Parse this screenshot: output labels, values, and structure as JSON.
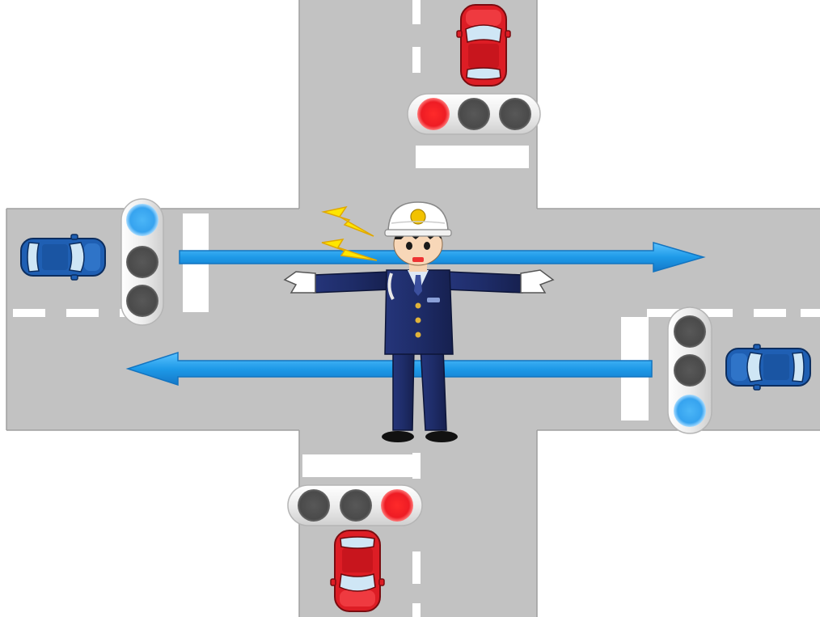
{
  "colors": {
    "background": "#ffffff",
    "road": "#c2c2c2",
    "road_edge": "#a8a8a8",
    "marking": "#ffffff",
    "light_off": "#505050",
    "light_red": "#ee1c24",
    "light_blue": "#43aef2",
    "arrow_blue": "#1e9ae8",
    "car_red": "#dd1d25",
    "car_blue": "#1f5fb3",
    "uniform": "#1e2c68",
    "helmet": "#ffffff",
    "bolt": "#ffe600"
  },
  "scene": {
    "type": "intersection-traffic-control",
    "officer": {
      "pose": "arms-outstretched",
      "whistle": true,
      "icon": "traffic-officer"
    },
    "traffic_lights": [
      {
        "id": "north",
        "orientation": "horizontal",
        "lamps": [
          "red",
          "off",
          "off"
        ]
      },
      {
        "id": "south",
        "orientation": "horizontal",
        "lamps": [
          "off",
          "off",
          "red"
        ]
      },
      {
        "id": "west",
        "orientation": "vertical",
        "lamps": [
          "blue",
          "off",
          "off"
        ]
      },
      {
        "id": "east",
        "orientation": "vertical",
        "lamps": [
          "off",
          "off",
          "blue"
        ]
      }
    ],
    "cars": [
      {
        "id": "north",
        "color": "red",
        "heading": "south"
      },
      {
        "id": "south",
        "color": "red",
        "heading": "north"
      },
      {
        "id": "west",
        "color": "blue",
        "heading": "east"
      },
      {
        "id": "east",
        "color": "blue",
        "heading": "west"
      }
    ],
    "arrows": [
      {
        "id": "eastbound",
        "direction": "right"
      },
      {
        "id": "westbound",
        "direction": "left"
      }
    ]
  }
}
